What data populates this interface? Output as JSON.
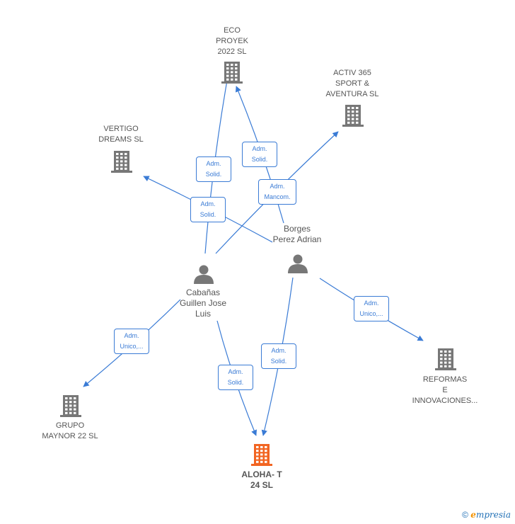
{
  "companies": [
    {
      "id": "eco",
      "label": "ECO\nPROYEK\n2022  SL",
      "main": false
    },
    {
      "id": "activ",
      "label": "ACTIV 365\nSPORT &\nAVENTURA  SL",
      "main": false
    },
    {
      "id": "vertigo",
      "label": "VERTIGO\nDREAMS  SL",
      "main": false
    },
    {
      "id": "reformas",
      "label": "REFORMAS\nE\nINNOVACIONES...",
      "main": false
    },
    {
      "id": "grupo",
      "label": "GRUPO\nMAYNOR 22  SL",
      "main": false
    },
    {
      "id": "aloha",
      "label": "ALOHA- T\n24  SL",
      "main": true
    }
  ],
  "persons": [
    {
      "id": "borges",
      "label": "Borges\nPerez Adrian"
    },
    {
      "id": "cabanas",
      "label": "Cabañas\nGuillen Jose\nLuis"
    }
  ],
  "edges": [
    {
      "from": "cabanas",
      "to": "eco",
      "label": "Adm.\nSolid."
    },
    {
      "from": "borges",
      "to": "eco",
      "label": "Adm.\nSolid."
    },
    {
      "from": "cabanas",
      "to": "activ",
      "label": "Adm.\nMancom."
    },
    {
      "from": "borges",
      "to": "vertigo",
      "label": "Adm.\nSolid."
    },
    {
      "from": "borges",
      "to": "reformas",
      "label": "Adm.\nUnico,..."
    },
    {
      "from": "cabanas",
      "to": "grupo",
      "label": "Adm.\nUnico,..."
    },
    {
      "from": "cabanas",
      "to": "aloha",
      "label": "Adm.\nSolid."
    },
    {
      "from": "borges",
      "to": "aloha",
      "label": "Adm.\nSolid."
    }
  ],
  "colors": {
    "edge": "#3a7bd5",
    "building": "#777777",
    "building_main": "#f26522",
    "person": "#777777"
  },
  "icons": {
    "company": "building-icon",
    "person": "person-icon"
  },
  "watermark": {
    "symbol": "©",
    "brand_e": "e",
    "brand_rest": "mpresia"
  }
}
